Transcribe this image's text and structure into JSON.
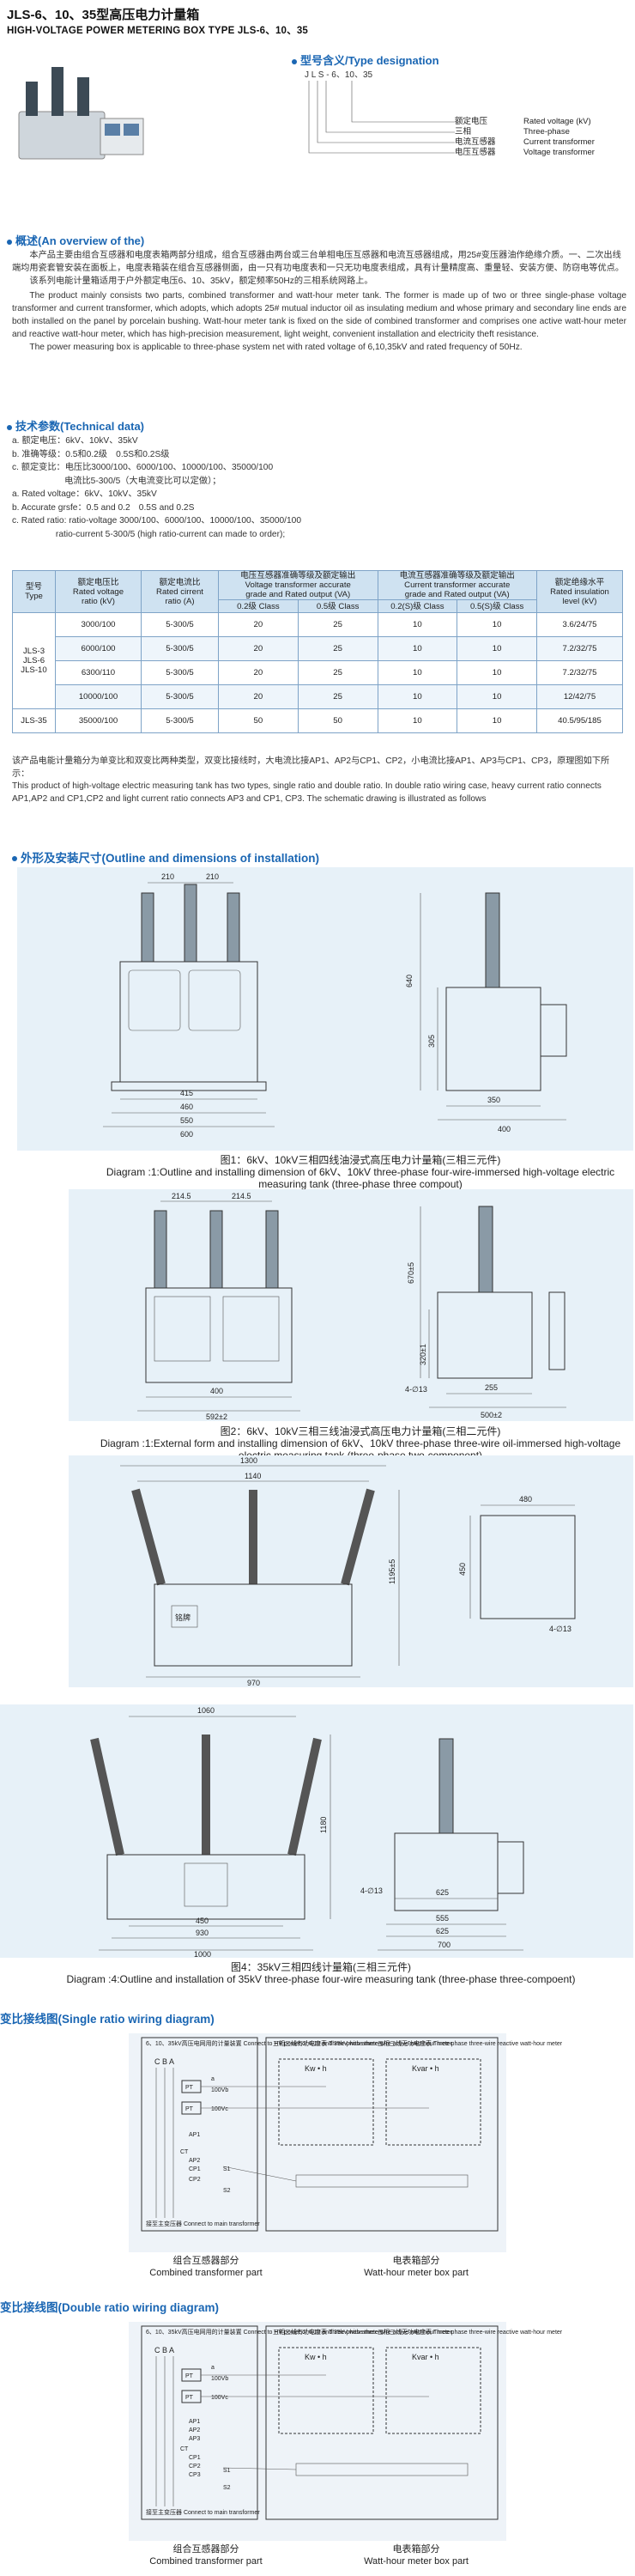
{
  "header": {
    "title": "JLS-6、10、35型高压电力计量箱",
    "subtitle": "HIGH-VOLTAGE POWER METERING BOX TYPE JLS-6、10、35"
  },
  "type_designation": {
    "heading": "型号含义/Type designation",
    "code": "J L S - 6、10、35",
    "items": [
      {
        "cn": "额定电压",
        "en": "Rated voltage (kV)"
      },
      {
        "cn": "三相",
        "en": "Three-phase"
      },
      {
        "cn": "电流互感器",
        "en": "Current transformer"
      },
      {
        "cn": "电压互感器",
        "en": "Voltage transformer"
      }
    ]
  },
  "overview": {
    "heading": "概述(An overview of the)",
    "cn1": "本产品主要由组合互感器和电度表箱两部分组成，组合互感器由两台或三台单相电压互感器和电流互感器组成，用25#变压器油作绝缘介质。一、二次出线端均用瓷套管安装在面板上，电度表箱装在组合互感器侧面，由一只有功电度表和一只无功电度表组成，具有计量精度高、重量轻、安装方便、防窃电等优点。",
    "cn2": "该系列电能计量箱适用于户外额定电压6、10、35kV，额定频率50Hz的三相系统网路上。",
    "en1": "The product mainly consists two parts, combined transformer and watt-hour meter tank. The former is made up of two or three single-phase voltage transformer and current transformer, which adopts, which adopts 25# mutual inductor oil as insulating medium and whose primary and secondary line ends are both installed on the panel by porcelain bushing. Watt-hour meter tank is fixed on the side of combined transformer and comprises one active watt-hour meter and reactive watt-hour meter, which has high-precision measurement, light weight, convenient installation and electricity theft resistance.",
    "en2": "The power measuring box is applicable to three-phase system net with rated voltage of 6,10,35kV and rated frequency of 50Hz."
  },
  "tech": {
    "heading": "技术参数(Technical data)",
    "lines": [
      "a. 额定电压：6kV、10kV、35kV",
      "b. 准确等级：0.5和0.2级　0.5S和0.2S级",
      "c. 额定变比：电压比3000/100、6000/100、10000/100、35000/100",
      "　　　　　　电流比5-300/5（大电流变比可以定做）；",
      "a. Rated voltage：6kV、10kV、35kV",
      "b. Accurate grsfe：0.5 and 0.2　0.5S and 0.2S",
      "c. Rated ratio: ratio-voltage 3000/100、6000/100、10000/100、35000/100",
      "　　　　　ratio-current 5-300/5 (high ratio-current can made to order);"
    ]
  },
  "table": {
    "h_type": "型号\nType",
    "h_vr": "额定电压比\nRated voltage\nratio (kV)",
    "h_cr": "额定电流比\nRated cirrent\nratio (A)",
    "h_vt": "电压互感器准确等级及额定输出\nVoltage transformer accurate\ngrade and Rated output (VA)",
    "h_ct": "电流互感器准确等级及额定输出\nCurrent transformer accurate\ngrade and Rated output (VA)",
    "h_ins": "额定绝缘水平\nRated insulation\nlevel (kV)",
    "sub": [
      "0.2级 Class",
      "0.5级 Class",
      "0.2(S)级 Class",
      "0.5(S)级 Class"
    ],
    "type_a": "JLS-3\nJLS-6\nJLS-10",
    "type_b": "JLS-35",
    "rows": [
      [
        "3000/100",
        "5-300/5",
        "20",
        "25",
        "10",
        "10",
        "3.6/24/75"
      ],
      [
        "6000/100",
        "5-300/5",
        "20",
        "25",
        "10",
        "10",
        "7.2/32/75"
      ],
      [
        "6300/110",
        "5-300/5",
        "20",
        "25",
        "10",
        "10",
        "7.2/32/75"
      ],
      [
        "10000/100",
        "5-300/5",
        "20",
        "25",
        "10",
        "10",
        "12/42/75"
      ],
      [
        "35000/100",
        "5-300/5",
        "50",
        "50",
        "10",
        "10",
        "40.5/95/185"
      ]
    ]
  },
  "notes": {
    "cn": "该产品电能计量箱分为单变比和双变比两种类型，双变比接线时，大电流比接AP1、AP2与CP1、CP2，小电流比接AP1、AP3与CP1、CP3，原理图如下所示：",
    "en": "This product of high-voltage electric measuring tank has two types, single ratio and double ratio. In double ratio wiring case, heavy current ratio connects AP1,AP2 and CP1,CP2 and light current ratio connects AP3 and CP1, CP3. The schematic drawing is illustrated as follows"
  },
  "outline_heading": "外形及安装尺寸(Outline and dimensions of installation)",
  "dims1": {
    "a": "210",
    "b": "210",
    "c": "415",
    "d": "460",
    "e": "550",
    "f": "600",
    "g": "640",
    "h": "305",
    "i": "350",
    "j": "400"
  },
  "cap1": {
    "cn": "图1：6kV、10kV三相四线油浸式高压电力计量箱(三相三元件)",
    "en": "Diagram :1:Outline and installing dimension of 6kV、10kV three-phase four-wire-immersed high-voltage electric measuring tank (three-phase three compout)"
  },
  "dims2": {
    "a": "214.5",
    "b": "214.5",
    "c": "400",
    "d": "592±2",
    "e": "670±5",
    "f": "320±1",
    "g": "4-∅13",
    "h": "255",
    "i": "500±2"
  },
  "cap2": {
    "cn": "图2：6kV、10kV三相三线油浸式高压电力计量箱(三相二元件)",
    "en": "Diagram :1:External form and installing dimension of 6kV、10kV three-phase three-wire oil-immersed high-voltage electric measuring tank (three-phase two-component)"
  },
  "dims3": {
    "a": "1300",
    "b": "1140",
    "c": "1195±5",
    "d": "970",
    "e": "480",
    "f": "450",
    "g": "4-∅13",
    "sign": "铭牌"
  },
  "dims4": {
    "a": "1060",
    "b": "1180",
    "c": "450",
    "d": "930",
    "e": "1000",
    "f": "4-∅13",
    "g": "555",
    "h": "625",
    "i": "625",
    "j": "700"
  },
  "cap4": {
    "cn": "图4：35kV三相四线计量箱(三相三元件)",
    "en": "Diagram :4:Outline and installation of 35kV three-phase four-wire measuring tank (three-phase three-compoent)"
  },
  "single_heading": "变比接线图(Single ratio wiring diagram)",
  "double_heading": "变比接线图(Double ratio wiring diagram)",
  "wiring": {
    "left_title": "6、10、35kV高压电网用的计量装置\nConnect to HV power of 6,10 and 35kV with ameters",
    "mid_title": "三相三线有功电度表\nThree-phase three-wire active watt-hour meter",
    "right_title": "三相三线无功电度表\nThree-phase three-wire reactive watt-hour meter",
    "kw": "Kw • h",
    "kvar": "Kvar • h",
    "cba": "C B A",
    "pt": "PT",
    "ct": "CT",
    "v100": "100Vb",
    "v100c": "100Vc",
    "a": "a",
    "ap1": "AP1",
    "ap2": "AP2",
    "ap3": "AP3",
    "cp1": "CP1",
    "cp2": "CP2",
    "cp3": "CP3",
    "s1": "S1",
    "s2": "S2",
    "main": "接至主变压器 Connect to main transformer",
    "left_cap_cn": "组合互感器部分",
    "left_cap_en": "Combined transformer part",
    "right_cap_cn": "电表箱部分",
    "right_cap_en": "Watt-hour meter box part"
  }
}
